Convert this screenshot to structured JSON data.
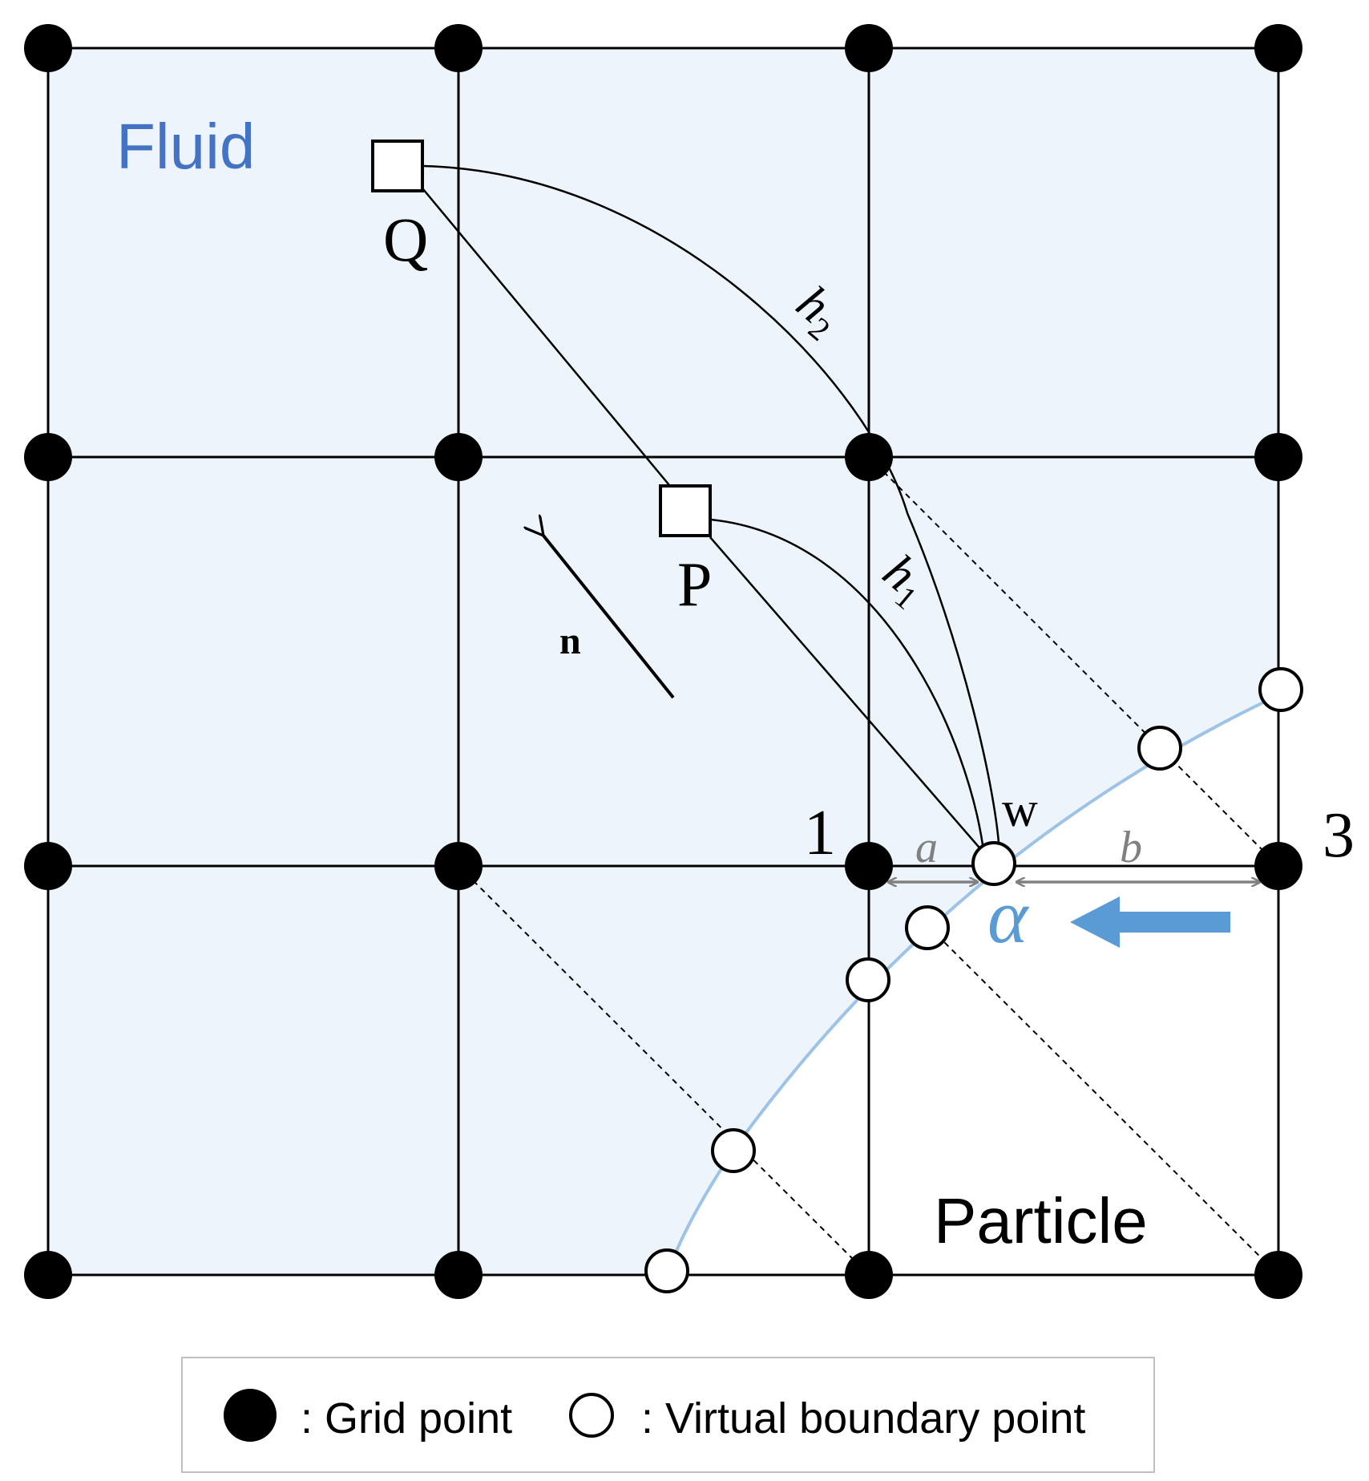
{
  "labels": {
    "fluid": "Fluid",
    "particle": "Particle",
    "Q": "Q",
    "P": "P",
    "n": "n",
    "w": "w",
    "node1": "1",
    "node3": "3",
    "a": "a",
    "b": "b",
    "alpha": "α",
    "h": "h",
    "h1_sub": "1",
    "h2_sub": "2"
  },
  "legend": {
    "grid_point": ": Grid point",
    "virtual_boundary_point": ": Virtual boundary point"
  },
  "colors": {
    "fluid_fill": "#EDF4FB",
    "fluid_text": "#4472C4",
    "boundary_curve": "#9DC3E6",
    "alpha_arrow": "#5B9BD5",
    "dimension_arrows": "#808080",
    "lines": "#000000"
  }
}
